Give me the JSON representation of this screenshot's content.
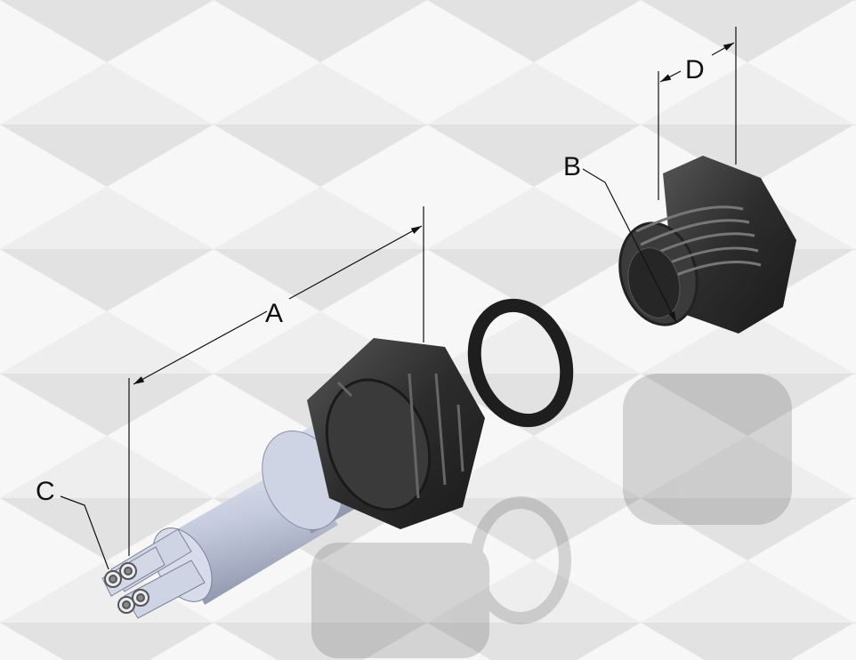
{
  "drawing": {
    "dimensions": [
      {
        "id": "A",
        "label": "A"
      },
      {
        "id": "B",
        "label": "B"
      },
      {
        "id": "C",
        "label": "C"
      },
      {
        "id": "D",
        "label": "D"
      }
    ]
  },
  "colors": {
    "background_light": "#f4f4f4",
    "background_dark": "#dedede",
    "plastic_dark": "#2e2e2e",
    "sleeve": "#c9cfe0",
    "line": "#111111"
  }
}
